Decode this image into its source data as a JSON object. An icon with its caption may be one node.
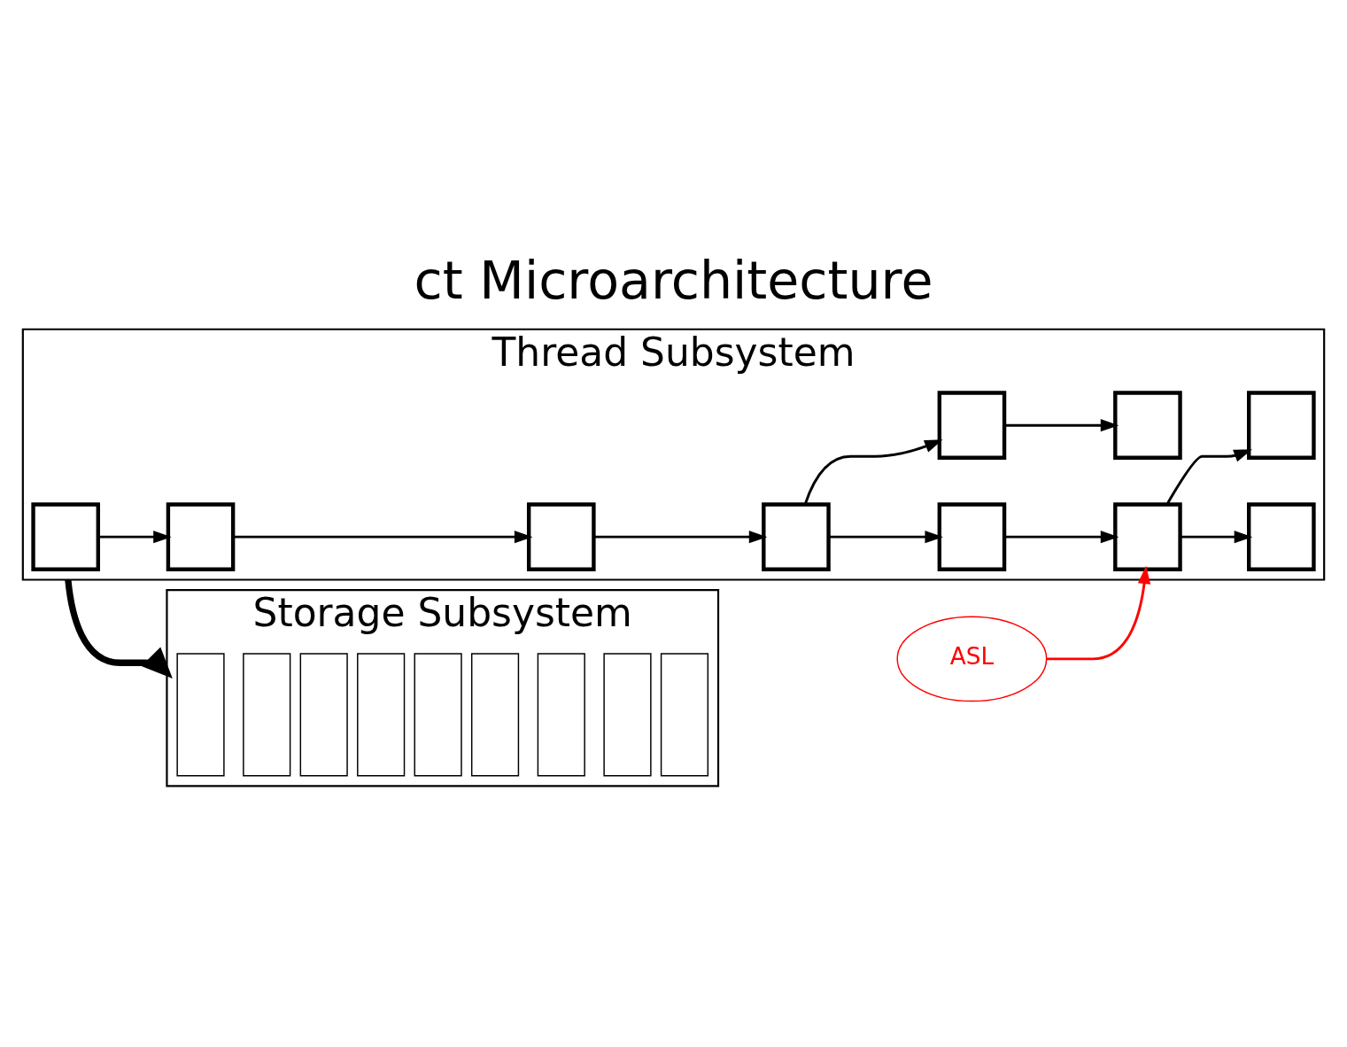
{
  "diagram": {
    "title": "ct Microarchitecture",
    "nodes": [
      {
        "text": [
          "Thread Subsystem"
        ]
      },
      {
        "text": [],
        "shape": "box",
        "in": 0
      },
      {
        "text": [],
        "shape": "box",
        "in": 0
      },
      {
        "text": [],
        "shape": "box",
        "in": 0
      },
      {
        "text": [],
        "shape": "box",
        "in": 0
      },
      {
        "text": [],
        "shape": "box",
        "in": 0
      },
      {
        "text": [],
        "shape": "box",
        "in": 0
      },
      {
        "text": [],
        "shape": "box",
        "in": 0
      },
      {
        "text": [],
        "shape": "box",
        "in": 0
      },
      {
        "text": [],
        "shape": "box",
        "in": 0
      },
      {
        "text": [],
        "shape": "box",
        "in": 0
      },
      {
        "text": [
          "Storage Subsystem"
        ]
      },
      {
        "text": [],
        "shape": "box",
        "in": 11
      },
      {
        "text": [],
        "shape": "box",
        "in": 11
      },
      {
        "text": [],
        "shape": "box",
        "in": 11
      },
      {
        "text": [],
        "shape": "box",
        "in": 11
      },
      {
        "text": [],
        "shape": "box",
        "in": 11
      },
      {
        "text": [],
        "shape": "box",
        "in": 11
      },
      {
        "text": [],
        "shape": "box",
        "in": 11
      },
      {
        "text": [],
        "shape": "box",
        "in": 11
      },
      {
        "text": [],
        "shape": "box",
        "in": 11
      },
      {
        "text": [
          "ASL"
        ]
      }
    ],
    "edges": [
      {
        "from": 1,
        "to": 2,
        "arrow": "to"
      },
      {
        "from": 2,
        "to": 3,
        "arrow": "to"
      },
      {
        "from": 3,
        "to": 4,
        "arrow": "to"
      },
      {
        "from": 4,
        "to": 5,
        "arrow": "to"
      },
      {
        "from": 4,
        "to": 6,
        "arrow": "to"
      },
      {
        "from": 5,
        "to": 7,
        "arrow": "to"
      },
      {
        "from": 6,
        "to": 8,
        "arrow": "to"
      },
      {
        "from": 7,
        "to": 9,
        "arrow": "to"
      },
      {
        "from": 7,
        "to": 10,
        "arrow": "to"
      },
      {
        "from": 21,
        "to": 7,
        "arrow": "to",
        "color": "#ff0000"
      },
      {
        "from": 0,
        "to": 11,
        "arrow": "to",
        "style": "thick"
      }
    ]
  }
}
